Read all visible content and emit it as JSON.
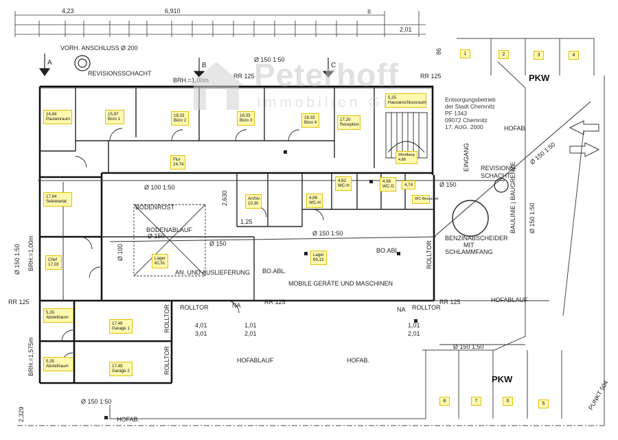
{
  "rooms": [
    {
      "id": "pausenraum",
      "area": "14,84",
      "name": "Pausenraum"
    },
    {
      "id": "buero1",
      "area": "15,97",
      "name": "Büro 1"
    },
    {
      "id": "buero2",
      "area": "18,33",
      "name": "Büro 2"
    },
    {
      "id": "buero3",
      "area": "18,33",
      "name": "Büro 3"
    },
    {
      "id": "buero4",
      "area": "18,33",
      "name": "Büro 4"
    },
    {
      "id": "reception",
      "area": "17,20",
      "name": "Reception"
    },
    {
      "id": "hausanschluss",
      "area": "5,35",
      "name": "Hausanschlussraum"
    },
    {
      "id": "flur",
      "name": "Flur",
      "area": "24,74"
    },
    {
      "id": "windfang",
      "name": "Windfang",
      "area": "4,88"
    },
    {
      "id": "sekretariat",
      "area": "17,64",
      "name": "Sekretariat"
    },
    {
      "id": "archiv",
      "name": "Archiv",
      "area": "10,30"
    },
    {
      "id": "wch1",
      "area": "4,96",
      "name": "WC-H"
    },
    {
      "id": "wch2",
      "area": "4,82",
      "name": "WC-H"
    },
    {
      "id": "wcd",
      "area": "4,96",
      "name": "WC-D"
    },
    {
      "id": "wc474",
      "area": "4,74",
      "name": ""
    },
    {
      "id": "wcbesucher",
      "area": "",
      "name": "WC-Besucher"
    },
    {
      "id": "chef",
      "name": "Chef",
      "area": "17,03"
    },
    {
      "id": "lager1",
      "name": "Lager",
      "area": "82,51"
    },
    {
      "id": "lager2",
      "name": "Lager",
      "area": "69,13"
    },
    {
      "id": "abstell1",
      "area": "5,35",
      "name": "Abstellraum"
    },
    {
      "id": "garage1",
      "area": "17,49",
      "name": "Garage 1"
    },
    {
      "id": "abstell2",
      "area": "5,35",
      "name": "Abstellraum"
    },
    {
      "id": "garage2",
      "area": "17,49",
      "name": "Garage 2"
    }
  ],
  "parking": {
    "top": [
      "1",
      "2",
      "3",
      "4"
    ],
    "bottom": [
      "8",
      "7",
      "6",
      "5"
    ],
    "label": "PKW"
  },
  "company": {
    "lines": [
      "Entsorgungsbetrieb",
      "der Stadt Chemnitz",
      "PF 1343",
      "09072 Chemnitz",
      "17. AUG. 2000"
    ]
  },
  "logo": {
    "main": "Peterhoff",
    "sub": "Immobilien GmbH"
  },
  "drawing": {
    "vorh_anschluss": "VORH. ANSCHLUSS Ø 200",
    "revisionsschacht": "REVISIONSSCHACHT",
    "revisionsschacht2": "REVISIONS-",
    "schacht": "SCHACHT",
    "brh_top": "BRH.=1,00m",
    "brh_left1": "BRH.=1,00m",
    "brh_left2": "BRH.=1,575m",
    "rr125": "RR 125",
    "pipe150": "Ø 150   1:50",
    "pipe100": "Ø 100   1:50",
    "pipe150b": "Ø 150",
    "pipe100v": "Ø 100",
    "pipe150v": "Ø 150   1:50",
    "bodenrost": "BODENROST",
    "bodenablauf": "BODENABLAUF",
    "an_und_auslieferung": "AN. UND AUSLIEFERUNG",
    "mobile": "MOBILE GERÄTE UND MASCHINEN",
    "rolltor": "ROLLTOR",
    "hofablauf": "HOFABLAUF",
    "hofab": "HOFAB.",
    "eingang": "EINGANG",
    "baulinie": "BAULINIE | BAUGRENZE",
    "benzin1": "BENZINABSCHEIDER",
    "benzin2": "MIT",
    "benzin3": "SCHLAMMFANG",
    "bo_abl": "BO.ABL.",
    "punkt": "PUNKT 504",
    "na": "NA",
    "dim401": "4,01",
    "dim301": "3,01",
    "dim101": "1,01",
    "dim201": "2,01",
    "dim125": "1,25",
    "dim2630": "2,630",
    "dim6910": "6,910",
    "dim423": "4,23",
    "dim201b": "2,01",
    "dim2329": "2,329",
    "dim86": "86",
    "letter_a": "A",
    "letter_b": "B",
    "letter_c": "C",
    "roman": "II"
  }
}
